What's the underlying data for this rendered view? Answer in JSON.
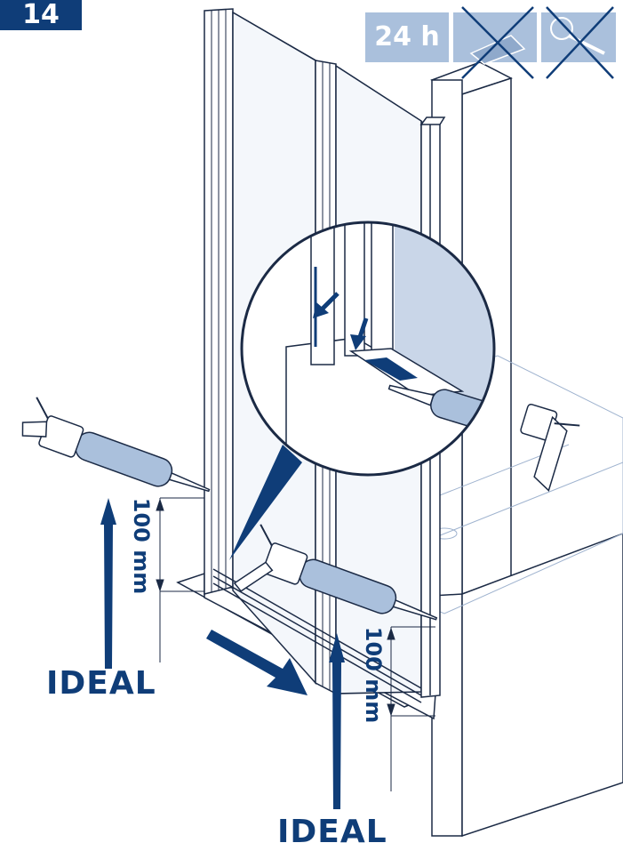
{
  "step": {
    "number": "14"
  },
  "cure": {
    "time": "24 h",
    "forbidden": [
      "no-stand-icon",
      "no-shower-icon"
    ]
  },
  "labels": {
    "ideal_left": "IDEAL",
    "ideal_right": "IDEAL"
  },
  "dimensions": {
    "left": "100 mm",
    "right": "100 mm"
  },
  "colors": {
    "primary": "#0f3d78",
    "light": "#aac0dc",
    "glass": "#c9d6e8",
    "line": "#1b2a45"
  }
}
